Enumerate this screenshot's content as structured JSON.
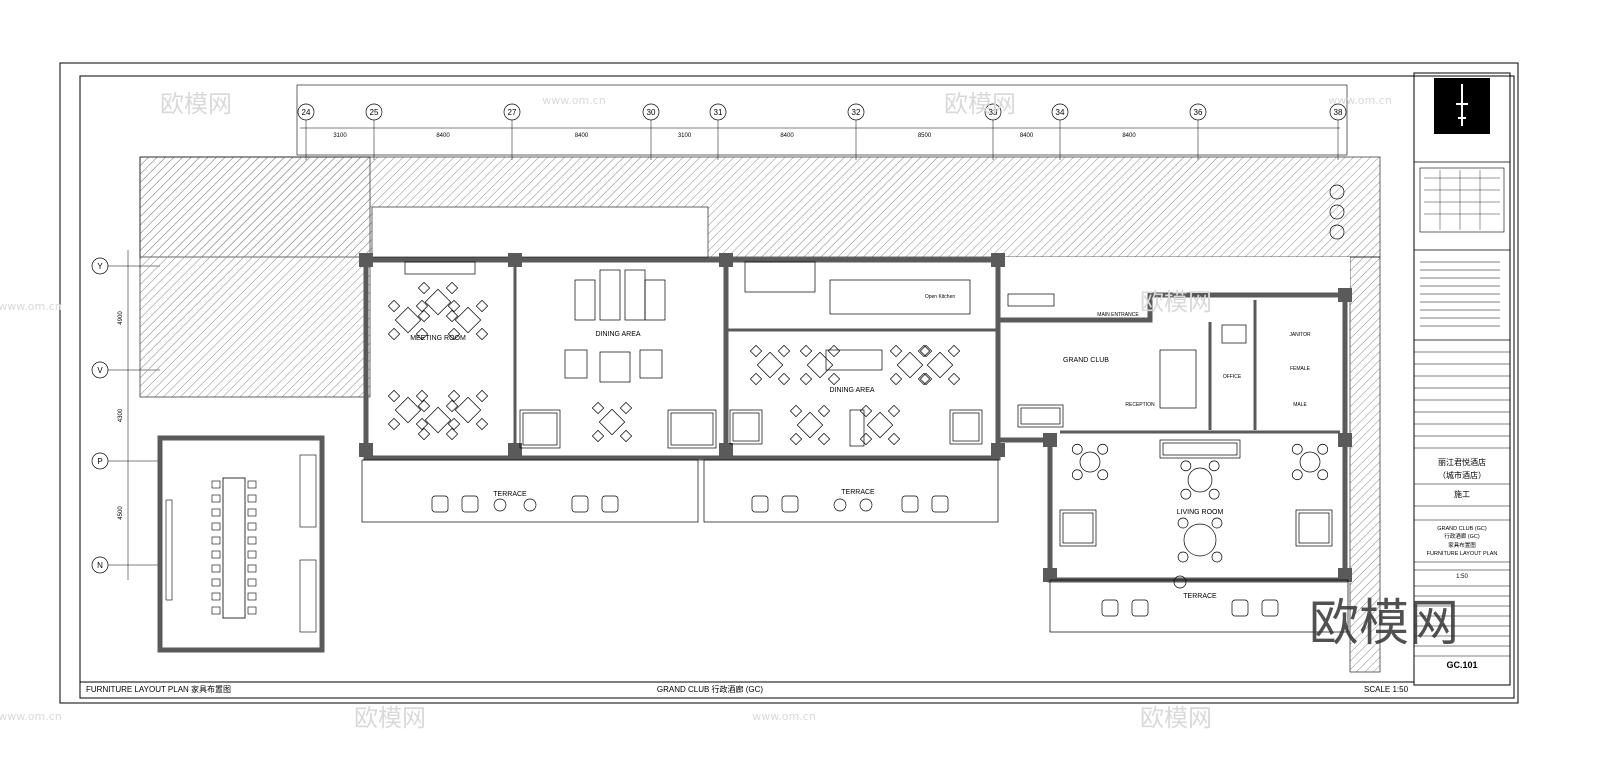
{
  "drawing": {
    "bottom_left": "FURNITURE LAYOUT PLAN 家具布置图",
    "bottom_center": "GRAND CLUB 行政酒廊 (GC)",
    "bottom_right": "SCALE 1:50"
  },
  "grid": {
    "columns": [
      "24",
      "25",
      "27",
      "30",
      "31",
      "32",
      "33",
      "34",
      "36",
      "38"
    ],
    "spans": [
      "3100",
      "8400",
      "8400",
      "3100",
      "8400",
      "8500",
      "8400",
      "8400"
    ],
    "rows": [
      "Y",
      "V",
      "P",
      "N"
    ],
    "row_spans": [
      "4900",
      "4300",
      "4500"
    ]
  },
  "rooms": {
    "meeting_room": "MEETING ROOM",
    "dining_area_1": "DINING AREA",
    "dining_area_2": "DINING AREA",
    "grand_club": "GRAND CLUB",
    "main_entrance": "MAIN ENTRANCE",
    "office": "OFFICE",
    "reception": "RECEPTION",
    "living_room": "LIVING ROOM",
    "terrace_1": "TERRACE",
    "terrace_2": "TERRACE",
    "terrace_3": "TERRACE",
    "open_kitchen": "Open Kitchen",
    "janitor": "JANITOR",
    "female": "FEMALE",
    "male": "MALE"
  },
  "title_block": {
    "project_cn": "丽江君悦酒店",
    "project_cn_sub": "（城市酒店）",
    "issue": "施工",
    "drawing_title_en_1": "GRAND CLUB (GC)",
    "drawing_title_cn_1": "行政酒廊 (GC)",
    "drawing_title_cn_2": "家具布置图",
    "drawing_title_en_2": "FURNITURE LAYOUT PLAN",
    "scale_value": "1:50",
    "drawing_no": "GC.101"
  },
  "watermarks": {
    "brand": "欧模网",
    "site": "www.om.cn"
  },
  "colors": {
    "line": "#000000",
    "wall": "#5a5a5a",
    "hatch": "#8a8a8a",
    "watermark": "#d9d9d9"
  }
}
